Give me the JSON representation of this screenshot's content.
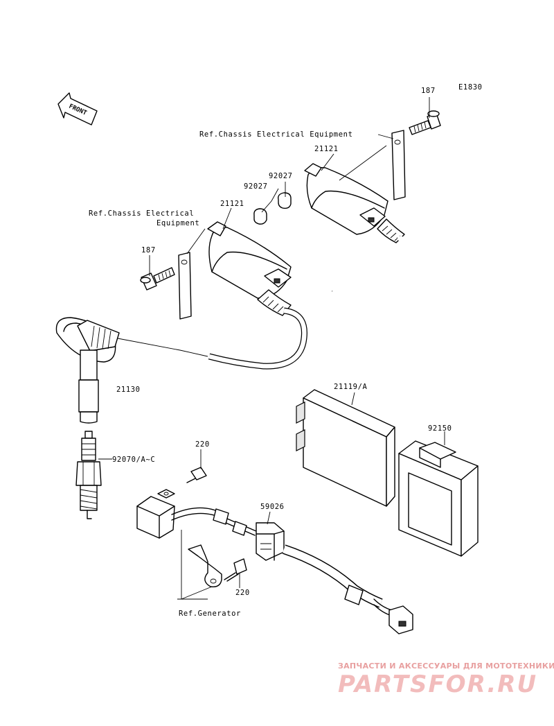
{
  "diagram_code": "E1830",
  "labels": {
    "bolt_right": "187",
    "ref_chassis_right": "Ref.Chassis Electrical Equipment",
    "coil_right": "21121",
    "cap_right": "92027",
    "cap_left": "92027",
    "ref_chassis_left_1": "Ref.Chassis Electrical",
    "ref_chassis_left_2": "Equipment",
    "coil_left": "21121",
    "bolt_left": "187",
    "plug_cap": "21130",
    "ecu": "21119/A",
    "ecu_holder": "92150",
    "spark_plug": "92070/A~C",
    "screw_top": "220",
    "connector": "59026",
    "screw_bottom": "220",
    "ref_generator": "Ref.Generator"
  },
  "front_arrow": "FRONT",
  "watermark": {
    "tagline": "ЗАПЧАСТИ И АКСЕССУАРЫ ДЛЯ МОТОТЕХНИКИ",
    "logo": "PARTSFOR.RU"
  }
}
